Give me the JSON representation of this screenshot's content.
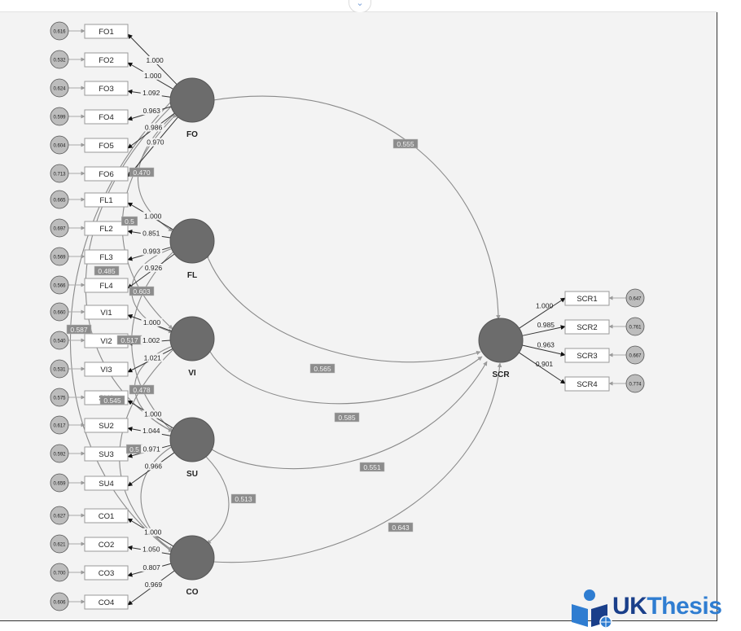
{
  "diagram": {
    "latent_factors": [
      {
        "id": "FO",
        "label": "FO"
      },
      {
        "id": "FL",
        "label": "FL"
      },
      {
        "id": "VI",
        "label": "VI"
      },
      {
        "id": "SU",
        "label": "SU"
      },
      {
        "id": "CO",
        "label": "CO"
      },
      {
        "id": "SCR",
        "label": "SCR"
      }
    ],
    "indicators": [
      {
        "label": "FO1",
        "factor": "FO",
        "loading": "1.000",
        "error": "0.616"
      },
      {
        "label": "FO2",
        "factor": "FO",
        "loading": "1.000",
        "error": "0.532"
      },
      {
        "label": "FO3",
        "factor": "FO",
        "loading": "1.092",
        "error": "0.624"
      },
      {
        "label": "FO4",
        "factor": "FO",
        "loading": "0.963",
        "error": "0.599"
      },
      {
        "label": "FO5",
        "factor": "FO",
        "loading": "0.986",
        "error": "0.604"
      },
      {
        "label": "FO6",
        "factor": "FO",
        "loading": "0.970",
        "error": "0.713"
      },
      {
        "label": "FL1",
        "factor": "FL",
        "loading": "1.000",
        "error": "0.665"
      },
      {
        "label": "FL2",
        "factor": "FL",
        "loading": "0.851",
        "error": "0.697"
      },
      {
        "label": "FL3",
        "factor": "FL",
        "loading": "0.993",
        "error": "0.569"
      },
      {
        "label": "FL4",
        "factor": "FL",
        "loading": "0.926",
        "error": "0.566"
      },
      {
        "label": "VI1",
        "factor": "VI",
        "loading": "1.000",
        "error": "0.660"
      },
      {
        "label": "VI2",
        "factor": "VI",
        "loading": "1.002",
        "error": "0.540"
      },
      {
        "label": "VI3",
        "factor": "VI",
        "loading": "1.021",
        "error": "0.531"
      },
      {
        "label": "SU1",
        "factor": "SU",
        "loading": "1.000",
        "error": "0.575"
      },
      {
        "label": "SU2",
        "factor": "SU",
        "loading": "1.044",
        "error": "0.617"
      },
      {
        "label": "SU3",
        "factor": "SU",
        "loading": "0.971",
        "error": "0.592"
      },
      {
        "label": "SU4",
        "factor": "SU",
        "loading": "0.966",
        "error": "0.659"
      },
      {
        "label": "CO1",
        "factor": "CO",
        "loading": "1.000",
        "error": "0.627"
      },
      {
        "label": "CO2",
        "factor": "CO",
        "loading": "1.050",
        "error": "0.621"
      },
      {
        "label": "CO3",
        "factor": "CO",
        "loading": "0.807",
        "error": "0.700"
      },
      {
        "label": "CO4",
        "factor": "CO",
        "loading": "0.969",
        "error": "0.606"
      },
      {
        "label": "SCR1",
        "factor": "SCR",
        "loading": "1.000",
        "error": "0.647"
      },
      {
        "label": "SCR2",
        "factor": "SCR",
        "loading": "0.985",
        "error": "0.761"
      },
      {
        "label": "SCR3",
        "factor": "SCR",
        "loading": "0.963",
        "error": "0.667"
      },
      {
        "label": "SCR4",
        "factor": "SCR",
        "loading": "0.901",
        "error": "0.774"
      }
    ],
    "covariances": [
      {
        "from": "FO",
        "to": "SCR",
        "value": "0.555"
      },
      {
        "from": "FL",
        "to": "SCR",
        "value": "0.565"
      },
      {
        "from": "VI",
        "to": "SCR",
        "value": "0.585"
      },
      {
        "from": "SU",
        "to": "SCR",
        "value": "0.551"
      },
      {
        "from": "CO",
        "to": "SCR",
        "value": "0.643"
      },
      {
        "from": "SU",
        "to": "CO",
        "value": "0.513"
      },
      {
        "from": "FO",
        "to": "FL",
        "value": "0.470"
      },
      {
        "from": "FO",
        "to": "VI",
        "value": "0.5"
      },
      {
        "from": "FL",
        "to": "VI",
        "value": "0.485"
      },
      {
        "from": "FL",
        "to": "SU",
        "value": "0.603"
      },
      {
        "from": "VI",
        "to": "SU",
        "value": "0.517"
      },
      {
        "from": "VI",
        "to": "CO",
        "value": "0.478"
      },
      {
        "from": "FO",
        "to": "SU",
        "value": "0.545"
      },
      {
        "from": "SU",
        "to": "CO",
        "value": "0.5"
      },
      {
        "from": "FO",
        "to": "CO",
        "value": "0.587"
      }
    ],
    "colors": {
      "factor": "#6c6c6c",
      "error": "#bdbdbd",
      "box_border": "#9a9a9a",
      "line": "#8a8a8a",
      "label_bg": "#8c8c8c"
    }
  },
  "logo": {
    "text_part1": "UK",
    "text_part2": "Thesis"
  }
}
